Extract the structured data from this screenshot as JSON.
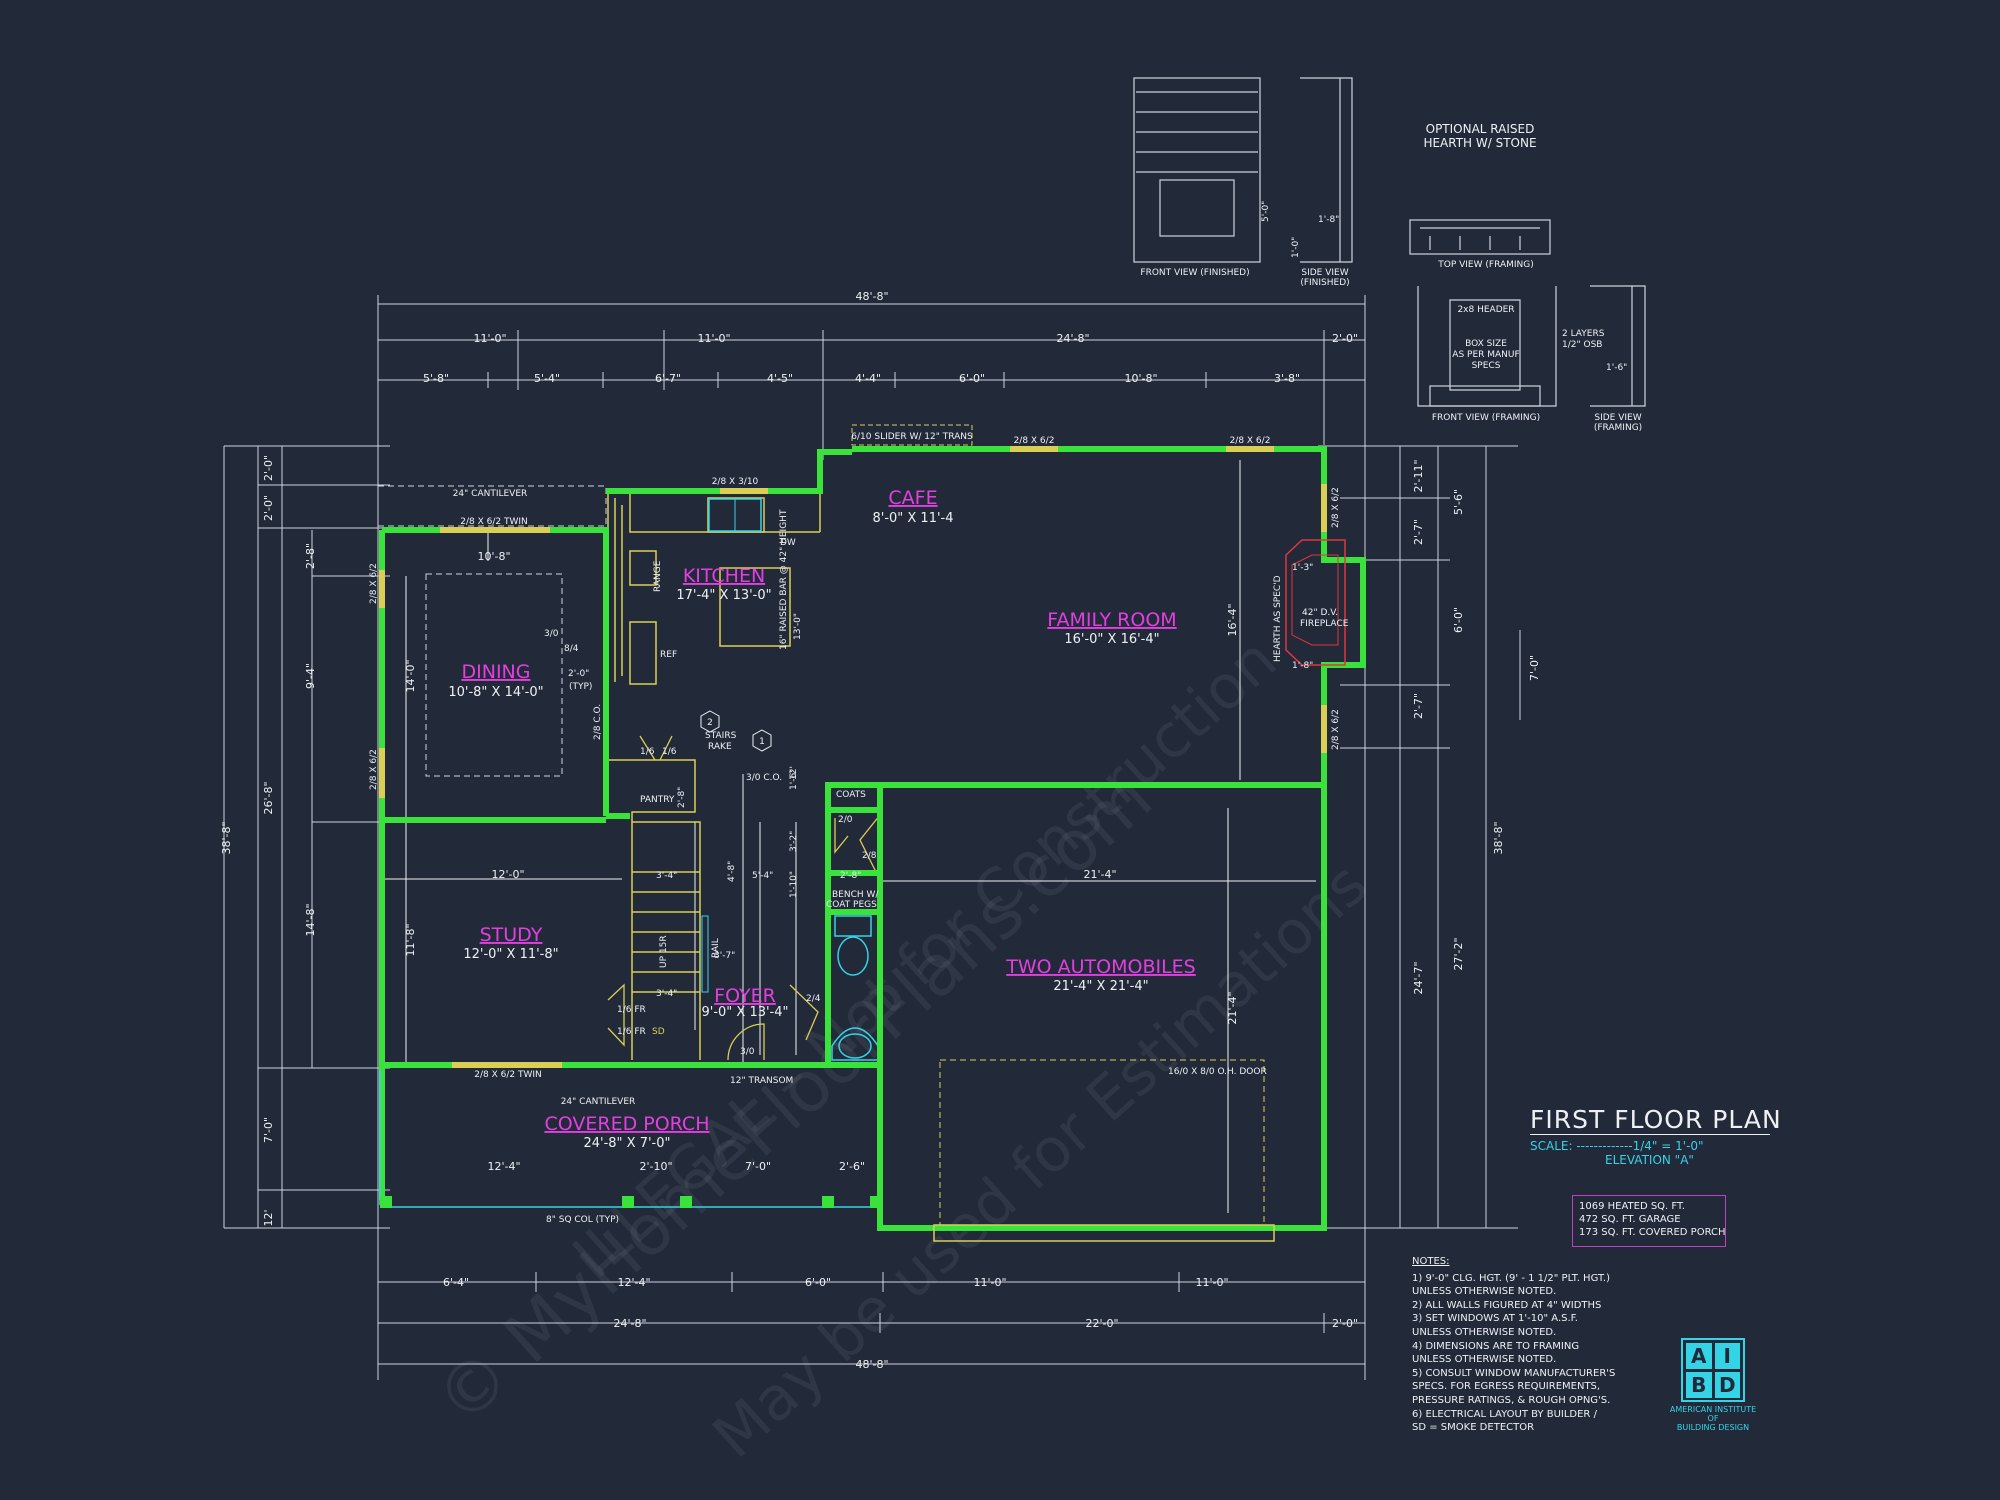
{
  "colors": {
    "background": "#222a3a",
    "walls": "#39e33c",
    "room_labels": "#e23fe0",
    "accent": "#35d3e6",
    "lines": "#eef0f4",
    "fixtures": "#d9cf55"
  },
  "title": "FIRST FLOOR PLAN",
  "scale_line": "SCALE: -------------1/4\" = 1'-0\"",
  "elevation": "ELEVATION \"A\"",
  "areas": [
    "1069 HEATED SQ. FT.",
    "472 SQ. FT. GARAGE",
    "173 SQ. FT. COVERED PORCH"
  ],
  "notes_heading": "NOTES:",
  "notes": [
    "1) 9'-0\"  CLG. HGT. (9' - 1 1/2\" PLT. HGT.)",
    "    UNLESS OTHERWISE NOTED.",
    "2)  ALL  WALLS FIGURED AT 4\" WIDTHS",
    "3)  SET WINDOWS AT 1'-10\" A.S.F.",
    "    UNLESS OTHERWISE NOTED.",
    "4)  DIMENSIONS ARE TO FRAMING",
    "    UNLESS OTHERWISE NOTED.",
    "5)  CONSULT WINDOW MANUFACTURER'S",
    "    SPECS. FOR EGRESS REQUIREMENTS,",
    "    PRESSURE RATINGS, & ROUGH OPNG'S.",
    "6)  ELECTRICAL LAYOUT BY BUILDER /",
    "    SD = SMOKE DETECTOR"
  ],
  "logo": {
    "letters": [
      "A",
      "I",
      "B",
      "D"
    ],
    "caption": [
      "AMERICAN INSTITUTE",
      "OF",
      "BUILDING DESIGN"
    ]
  },
  "hearth_title": [
    "OPTIONAL RAISED",
    "HEARTH W/ STONE"
  ],
  "hearth_views": {
    "front_finished": "FRONT VIEW (FINISHED)",
    "side_finished": [
      "SIDE VIEW",
      "(FINISHED)"
    ],
    "top_framing": "TOP VIEW (FRAMING)",
    "front_framing": "FRONT VIEW (FRAMING)",
    "side_framing": [
      "SIDE VIEW",
      "(FRAMING)"
    ],
    "header": "2x8 HEADER",
    "box_size": [
      "BOX SIZE",
      "AS PER MANUF",
      "SPECS"
    ],
    "osb": [
      "2 LAYERS",
      "1/2\" OSB"
    ],
    "dim_5": "5'-0\"",
    "dim_1": "1'-0\"",
    "dim_18": "1'-8\"",
    "dim_16": "1'-6\""
  },
  "rooms": {
    "cafe": {
      "name": "CAFE",
      "size": "8'-0\" X 11'-4"
    },
    "kitchen": {
      "name": "KITCHEN",
      "size": "17'-4\" X 13'-0\""
    },
    "family": {
      "name": "FAMILY ROOM",
      "size": "16'-0\" X 16'-4\""
    },
    "dining": {
      "name": "DINING",
      "size": "10'-8\" X 14'-0\""
    },
    "study": {
      "name": "STUDY",
      "size": "12'-0\" X 11'-8\""
    },
    "foyer": {
      "name": "FOYER",
      "size": "9'-0\" X 13'-4\""
    },
    "garage": {
      "name": "TWO AUTOMOBILES",
      "size": "21'-4\" X 21'-4\""
    },
    "porch": {
      "name": "COVERED PORCH",
      "size": "24'-8\" X 7'-0\""
    }
  },
  "top_dims": {
    "overall": "48'-8\"",
    "row2": [
      "11'-0\"",
      "11'-0\"",
      "24'-8\"",
      "2'-0\""
    ],
    "row3": [
      "5'-8\"",
      "5'-4\"",
      "6'-7\"",
      "4'-5\"",
      "4'-4\"",
      "6'-0\"",
      "10'-8\"",
      "3'-8\""
    ]
  },
  "bottom_dims": {
    "row1": [
      "6'-4\"",
      "12'-4\"",
      "6'-0\"",
      "11'-0\"",
      "11'-0\""
    ],
    "row2": [
      "24'-8\"",
      "22'-0\"",
      "2'-0\""
    ],
    "overall": "48'-8\""
  },
  "left_dims": {
    "outer": "38'-8\"",
    "mid": [
      "2'-0\"",
      "26'-8\"",
      "7'-0\"",
      "12'"
    ],
    "top": "2'-0\"",
    "inner": [
      "2'-8\"",
      "9'-4\"",
      "14'-8\""
    ]
  },
  "right_dims": {
    "col1": [
      "2'-11\"",
      "2'-7\"",
      "2'-7\"",
      "24'-7\""
    ],
    "col2": [
      "5'-6\"",
      "6'-0\"",
      "27'-2\""
    ],
    "col3": "38'-8\"",
    "col4": "7'-0\""
  },
  "labels": {
    "slider": "6/10 SLIDER W/ 12\" TRANS",
    "win_top1": "2/8 X 6/2",
    "win_top2": "2/8 X 6/2",
    "win_kitchen": "2/8 X 3/10",
    "cantilever_top": "24\" CANTILEVER",
    "twin_top": "2/8 X 6/2 TWIN",
    "twin_bottom": "2/8 X 6/2 TWIN",
    "cantilever_bottom": "24\" CANTILEVER",
    "dw": "DW",
    "range": "RANGE",
    "ref": "REF",
    "raised_bar": "16\" RAISED BAR @ 42\" HEIGHT",
    "bar_depth": "13'-0\"",
    "dining_width": "10'-8\"",
    "dining_depth": "14'-0\"",
    "typ_dim": "2'-0\"",
    "typ": "(TYP)",
    "s10": "3/0",
    "s84": "8/4",
    "co": "2/8 C.O.",
    "stairs": "STAIRS",
    "rake": "RAKE",
    "pantry": "PANTRY",
    "pantry_dim": "2'-8\"",
    "co30": "3/0 C.O.",
    "coats": "COATS",
    "bench": [
      "BENCH W/",
      "COAT PEGS"
    ],
    "fireplace": [
      "42\" D.V.",
      "FIREPLACE"
    ],
    "hearth_spec": "HEARTH AS SPEC'D",
    "fp_dim1": "1'-3\"",
    "fp_dim2": "1'-8\"",
    "garage_door": "16/0 X 8/0 O.H. DOOR",
    "transom": "12\" TRANSOM",
    "col_note": "8\" SQ COL (TYP)",
    "sd": "SD",
    "fr1": "1/6 FR",
    "fr2": "1/6 FR",
    "d30": "3/0",
    "d20": "2/0",
    "d28": "2/8",
    "d24": "2/4",
    "d16a": "1/6",
    "d16b": "1/6",
    "up_stairs": "UP 15R",
    "rail": "RAIL",
    "dim_34a": "3'-4\"",
    "dim_34b": "3'-4\"",
    "dim_54": "5'-4\"",
    "dim_120": "12'-0\"",
    "dim_213": "21'-4\"",
    "dim_48": "4'-8\"",
    "dim_32": "3'-2\"",
    "dim_16": "1'-6\"",
    "dim_28": "2'-8\"",
    "dim_1210": "1'-10\"",
    "dim_2124": "21'-4\"",
    "dim_118": "11'-8\"",
    "dim_12p": "12'",
    "family_h": "16'-4\"",
    "stair_w": "3'-7\"",
    "porch_d1": "12'-4\"",
    "porch_d2": "2'-10\"",
    "porch_d3": "7'-0\"",
    "porch_d4": "2'-6\"",
    "win_right1": "2/8 X 6/2",
    "win_right2": "2/8 X 6/2",
    "win_left1": "2/8 X 6/2",
    "win_left2": "2/8 X 6/2",
    "marker1": "1",
    "marker2": "2"
  },
  "watermarks": [
    "© MyHomeFloorPlans.com",
    "ILLEGAL – Not for Construction",
    "May be used for Estimations"
  ]
}
